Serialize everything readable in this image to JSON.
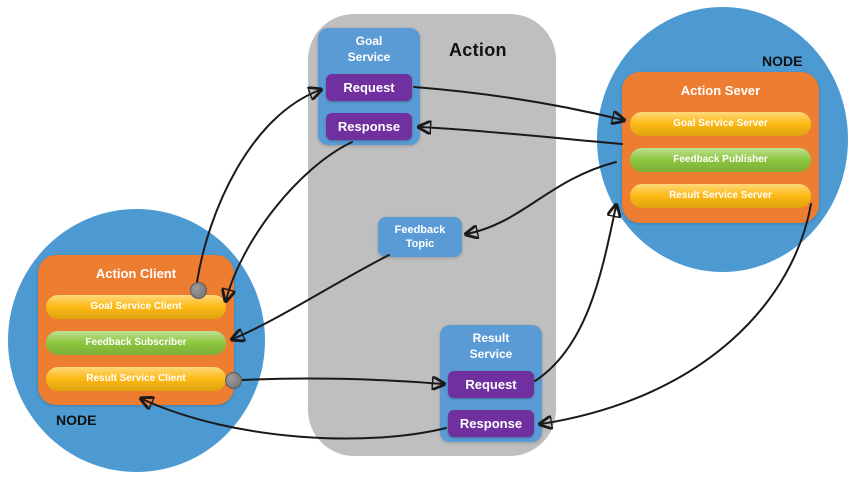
{
  "page": {
    "center_panel": {
      "title": "Action",
      "goal_service": {
        "title": "Goal\nService",
        "request": "Request",
        "response": "Response"
      },
      "feedback_topic": {
        "title": "Feedback\nTopic"
      },
      "result_service": {
        "title": "Result\nService",
        "request": "Request",
        "response": "Response"
      }
    },
    "server_node": {
      "node_label": "NODE",
      "title": "Action Sever",
      "items": [
        {
          "label": "Goal Service Server",
          "color": "gold"
        },
        {
          "label": "Feedback Publisher",
          "color": "green"
        },
        {
          "label": "Result Service Server",
          "color": "gold"
        }
      ]
    },
    "client_node": {
      "node_label": "NODE",
      "title": "Action Client",
      "items": [
        {
          "label": "Goal Service Client",
          "color": "gold"
        },
        {
          "label": "Feedback Subscriber",
          "color": "green"
        },
        {
          "label": "Result Service Client",
          "color": "gold"
        }
      ]
    },
    "colors": {
      "node_blue": "#4D9AD3",
      "panel_gray": "#BFBFBF",
      "service_blue": "#5B9BD5",
      "button_purple": "#7030A0",
      "pill_gold": "#FDB913",
      "pill_green": "#8CC63E",
      "server_orange": "#ED7D31",
      "arrow_black": "#1A1A1A",
      "dot_gray": "#7F7F7F"
    }
  }
}
